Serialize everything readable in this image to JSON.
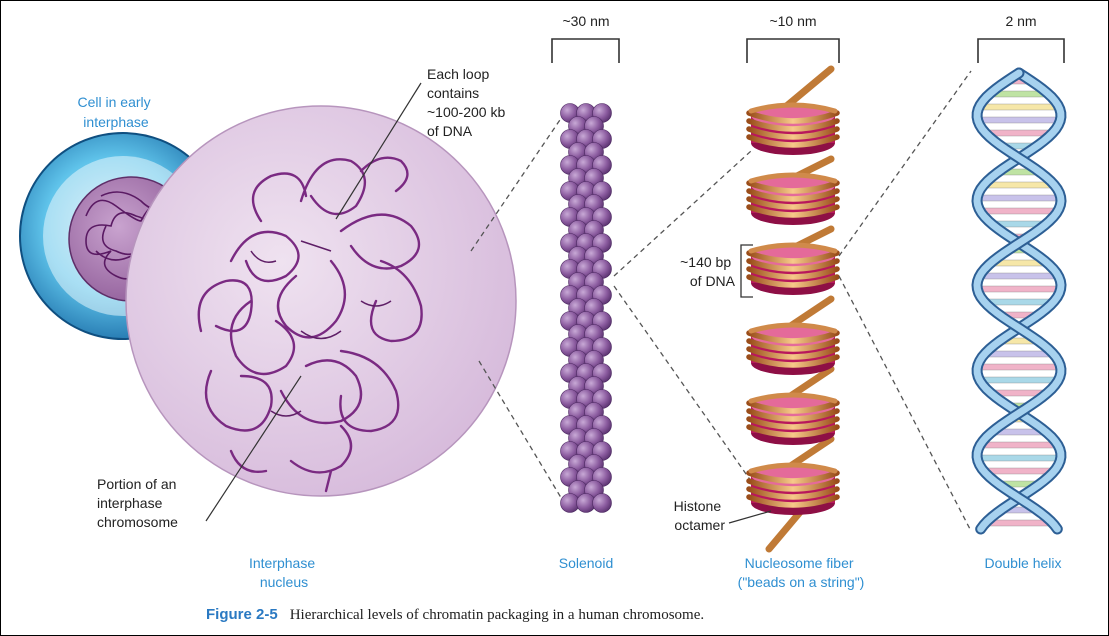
{
  "scales": {
    "solenoid": "~30 nm",
    "nucleosome": "~10 nm",
    "helix": "2 nm"
  },
  "labels": {
    "cell_line1": "Cell in early",
    "cell_line2": "interphase",
    "loop_line1": "Each loop",
    "loop_line2": "contains",
    "loop_line3": "~100-200 kb",
    "loop_line4": "of DNA",
    "portion_line1": "Portion of an",
    "portion_line2": "interphase",
    "portion_line3": "chromosome",
    "bp_line1": "~140 bp",
    "bp_line2": "of DNA",
    "histone_line1": "Histone",
    "histone_line2": "octamer"
  },
  "bottom_labels": {
    "nucleus_line1": "Interphase",
    "nucleus_line2": "nucleus",
    "solenoid": "Solenoid",
    "nucleosome_line1": "Nucleosome fiber",
    "nucleosome_line2": "(\"beads on a string\")",
    "helix": "Double helix"
  },
  "caption": {
    "figure": "Figure 2-5",
    "text": "Hierarchical levels of chromatin packaging in a human chromosome."
  },
  "colors": {
    "label_blue": "#2f8fd1",
    "caption_blue": "#2a79c2",
    "chromatin_purple": "#7a2a82",
    "nucleus_fill": "#dcc3df",
    "bead_purple": "#8a5a9e",
    "histone_magenta": "#b8185c",
    "dna_orange": "#c07a36"
  }
}
